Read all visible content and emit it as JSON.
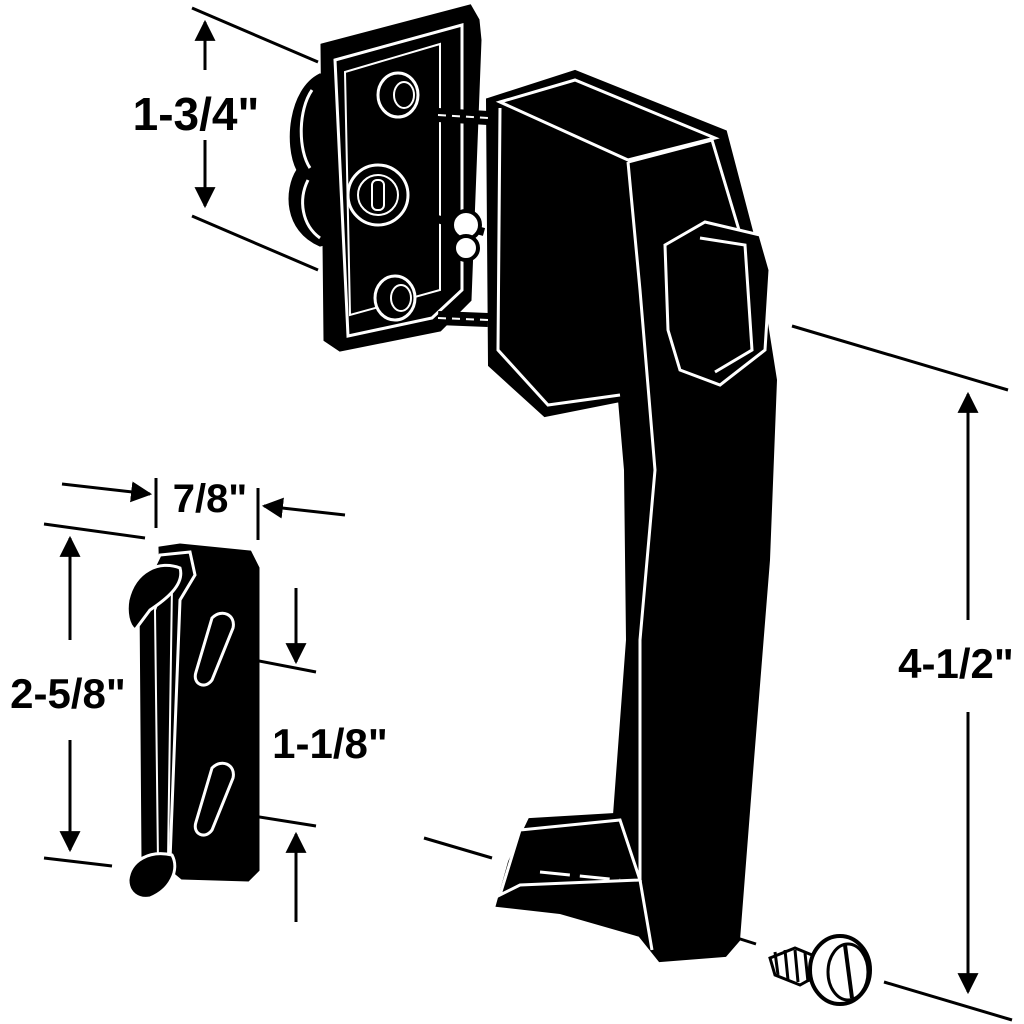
{
  "diagram": {
    "dimensions": {
      "latch_depth": "1-3/4\"",
      "strike_width": "7/8\"",
      "strike_height": "2-5/8\"",
      "hole_spacing": "1-1/8\"",
      "handle_height": "4-1/2\""
    }
  },
  "colors": {
    "ink": "#000000",
    "paper": "#ffffff"
  }
}
